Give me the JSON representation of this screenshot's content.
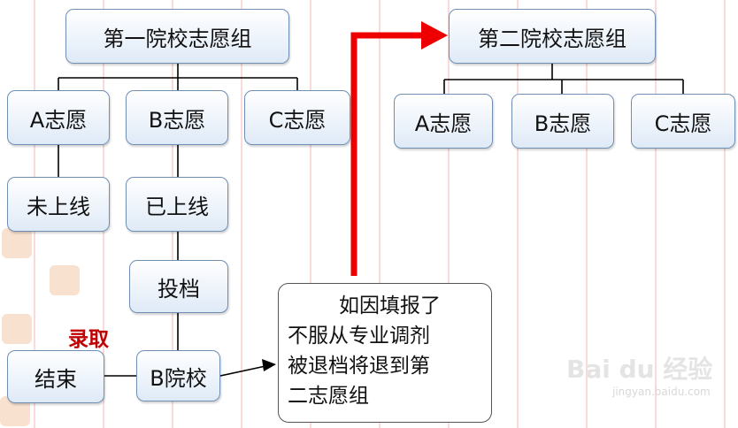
{
  "diagram": {
    "first_group": {
      "title": "第一院校志愿组",
      "choices": [
        "A志愿",
        "B志愿",
        "C志愿"
      ],
      "a_status": "未上线",
      "b_status": "已上线",
      "submit": "投档",
      "b_school": "B院校",
      "end": "结束",
      "admitted_label": "录取"
    },
    "note_lines": [
      "如因填报了",
      "不服从专业调剂",
      "被退档将退到第",
      "二志愿组"
    ],
    "second_group": {
      "title": "第二院校志愿组",
      "choices": [
        "A志愿",
        "B志愿",
        "C志愿"
      ]
    },
    "colors": {
      "arrow_red": "#ee0000",
      "node_border": "#6f8fb5",
      "admitted_text": "#c00000"
    }
  },
  "watermark": {
    "brand": "Bai du 经验",
    "url": "jingyan.baidu.com"
  }
}
